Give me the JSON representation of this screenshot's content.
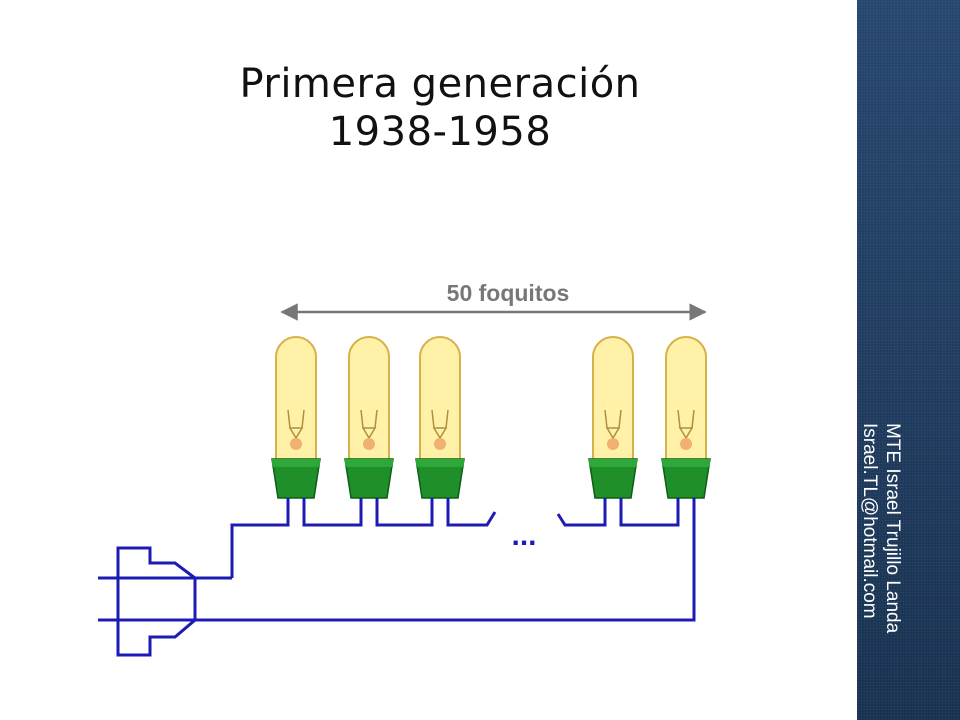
{
  "slide": {
    "title_line1": "Primera generación",
    "title_line2": "1938-1958"
  },
  "author": {
    "name": "MTE Israel Trujillo Landa",
    "email": "Israel.TL@hotmail.com"
  },
  "diagram": {
    "count_label": "50 foquitos",
    "ellipsis": "...",
    "colors": {
      "wire": "#1c1cb4",
      "bulb_glass": "#fff2a8",
      "bulb_outline": "#d6b24a",
      "socket": "#1f8f2a",
      "arrow": "#777777",
      "sidebar": "#1e3a5f"
    }
  }
}
